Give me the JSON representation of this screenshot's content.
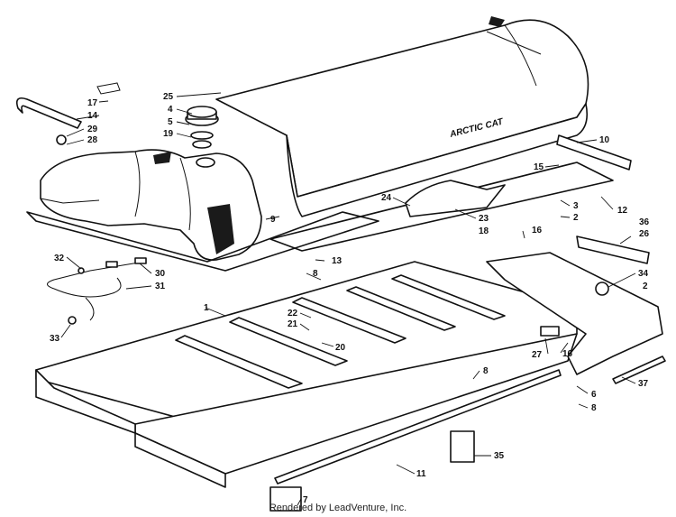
{
  "diagram": {
    "brand_text": "ARCTIC CAT",
    "footer": "Rendered by LeadVenture, Inc.",
    "callouts": [
      {
        "id": "c17",
        "label": "17"
      },
      {
        "id": "c14",
        "label": "14"
      },
      {
        "id": "c29",
        "label": "29"
      },
      {
        "id": "c28",
        "label": "28"
      },
      {
        "id": "c25",
        "label": "25"
      },
      {
        "id": "c4",
        "label": "4"
      },
      {
        "id": "c5",
        "label": "5"
      },
      {
        "id": "c19",
        "label": "19"
      },
      {
        "id": "c10",
        "label": "10"
      },
      {
        "id": "c15",
        "label": "15"
      },
      {
        "id": "c12",
        "label": "12"
      },
      {
        "id": "c3",
        "label": "3"
      },
      {
        "id": "c2a",
        "label": "2"
      },
      {
        "id": "c24",
        "label": "24"
      },
      {
        "id": "c23",
        "label": "23"
      },
      {
        "id": "c18",
        "label": "18"
      },
      {
        "id": "c9",
        "label": "9"
      },
      {
        "id": "c16a",
        "label": "16"
      },
      {
        "id": "c36",
        "label": "36"
      },
      {
        "id": "c26",
        "label": "26"
      },
      {
        "id": "c13",
        "label": "13"
      },
      {
        "id": "c32",
        "label": "32"
      },
      {
        "id": "c30",
        "label": "30"
      },
      {
        "id": "c31",
        "label": "31"
      },
      {
        "id": "c8a",
        "label": "8"
      },
      {
        "id": "c34",
        "label": "34"
      },
      {
        "id": "c2b",
        "label": "2"
      },
      {
        "id": "c1",
        "label": "1"
      },
      {
        "id": "c22",
        "label": "22"
      },
      {
        "id": "c21",
        "label": "21"
      },
      {
        "id": "c20",
        "label": "20"
      },
      {
        "id": "c33",
        "label": "33"
      },
      {
        "id": "c27",
        "label": "27"
      },
      {
        "id": "c16b",
        "label": "16"
      },
      {
        "id": "c8b",
        "label": "8"
      },
      {
        "id": "c37",
        "label": "37"
      },
      {
        "id": "c6",
        "label": "6"
      },
      {
        "id": "c8c",
        "label": "8"
      },
      {
        "id": "c35",
        "label": "35"
      },
      {
        "id": "c11",
        "label": "11"
      },
      {
        "id": "c7",
        "label": "7"
      }
    ]
  }
}
